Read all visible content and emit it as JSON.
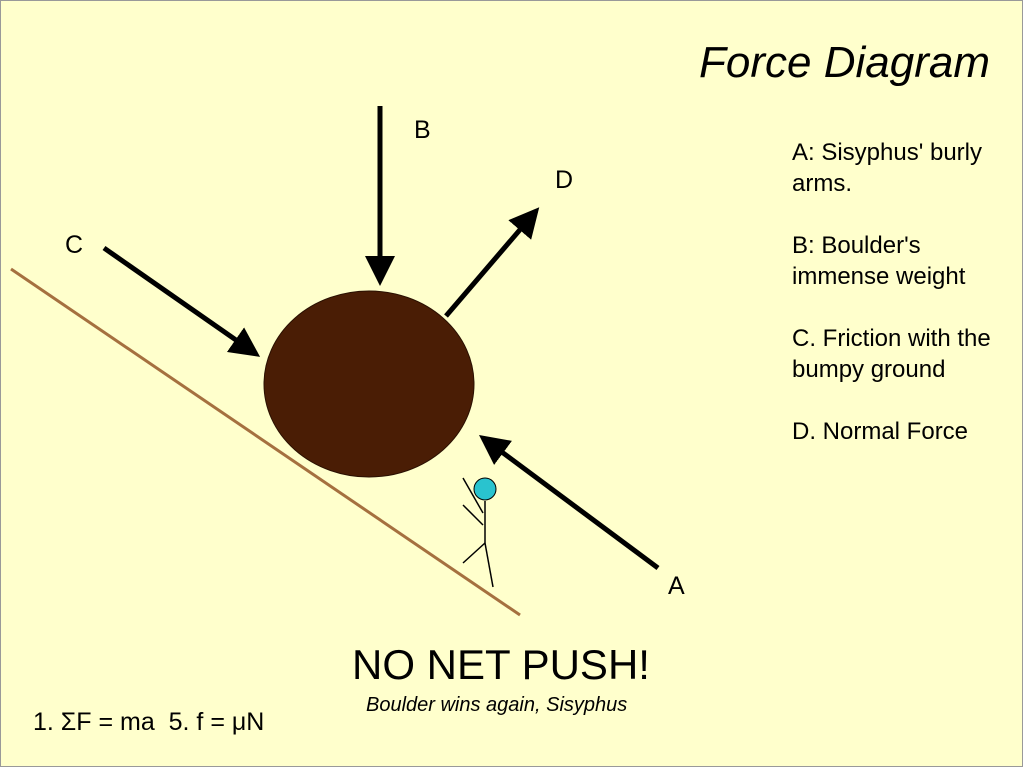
{
  "title": "Force Diagram",
  "force_labels": {
    "a": "A",
    "b": "B",
    "c": "C",
    "d": "D"
  },
  "legend": [
    {
      "key": "a",
      "text": "A: Sisyphus' burly arms."
    },
    {
      "key": "b",
      "text": "B: Boulder's immense weight"
    },
    {
      "key": "c",
      "text": "C. Friction with the bumpy ground"
    },
    {
      "key": "d",
      "text": "D. Normal Force"
    }
  ],
  "headline": "NO NET PUSH!",
  "subhead": "Boulder wins again, Sisyphus",
  "equations": "1. ΣF = ma  5. f = μN",
  "colors": {
    "background": "#ffffcc",
    "boulder": "#4a1d05",
    "slope": "#a5703f",
    "figure_head": "#29c3cf",
    "arrow": "#000000"
  }
}
